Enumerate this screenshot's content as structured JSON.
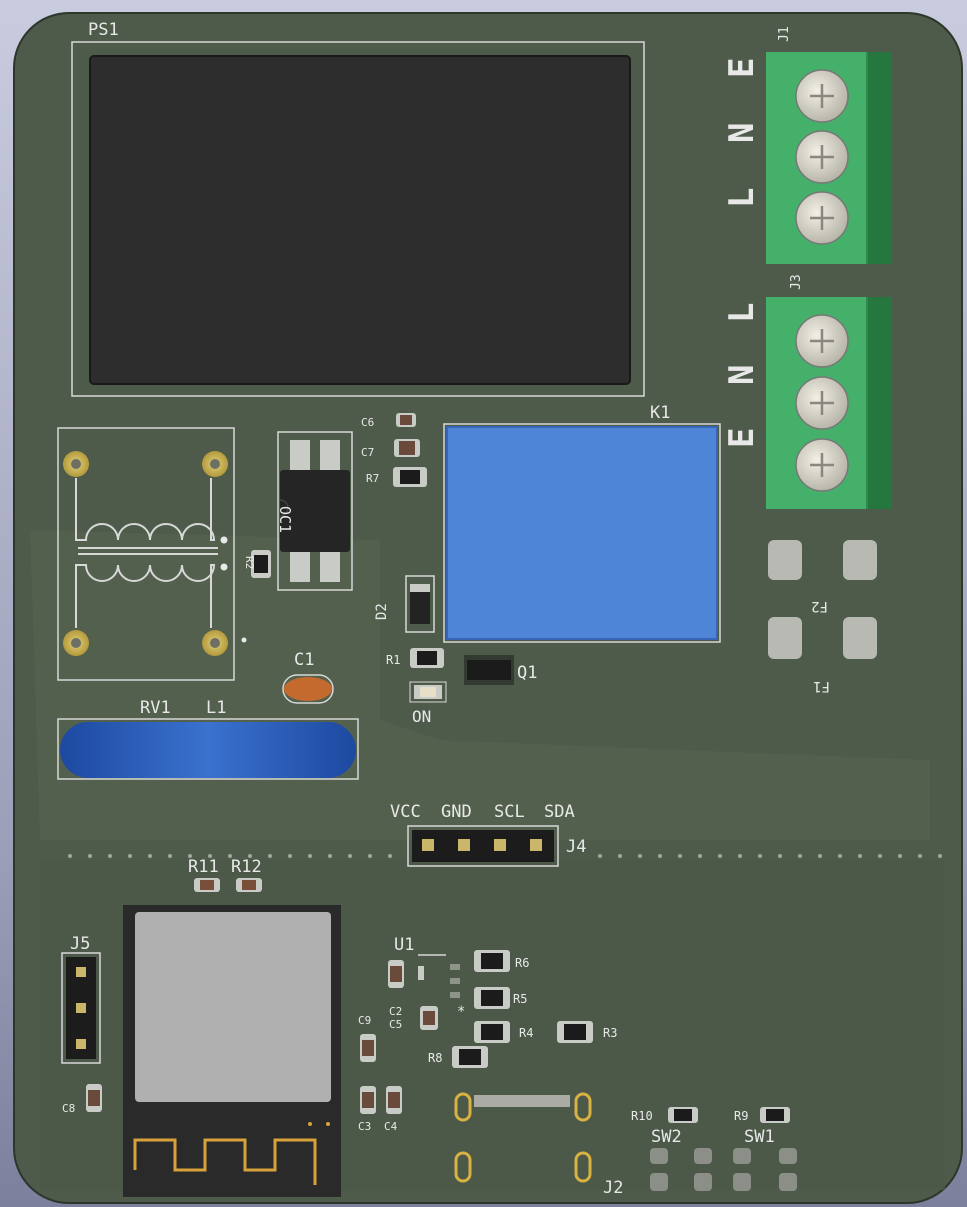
{
  "board": {
    "colors": {
      "pcb": "#4e5a4a",
      "silkscreen": "#e8e8e8",
      "relay": "#4f85d6",
      "terminal": "#3fa864",
      "varistor": "#2f5eb0",
      "capacitor": "#c46a2e"
    }
  },
  "components": {
    "ps1": "PS1",
    "k1": "K1",
    "j1": "J1",
    "j3": "J3",
    "j1_pins": [
      "E",
      "N",
      "L"
    ],
    "j3_pins": [
      "L",
      "N",
      "E"
    ],
    "oc1": "OC1",
    "c6": "C6",
    "c7": "C7",
    "r7": "R7",
    "r2": "R2",
    "d2": "D2",
    "r1": "R1",
    "q1": "Q1",
    "on_led": "ON",
    "c1": "C1",
    "rv1": "RV1",
    "l1": "L1",
    "f1": "F1",
    "f2": "F2",
    "j4": "J4",
    "j4_pins": [
      "VCC",
      "GND",
      "SCL",
      "SDA"
    ],
    "r11": "R11",
    "r12": "R12",
    "j5": "J5",
    "c8": "C8",
    "u1": "U1",
    "r6": "R6",
    "r5": "R5",
    "r4": "R4",
    "r3": "R3",
    "r8": "R8",
    "c2": "C2",
    "c5": "C5",
    "c9": "C9",
    "c3": "C3",
    "c4": "C4",
    "r10": "R10",
    "r9": "R9",
    "sw2": "SW2",
    "sw1": "SW1",
    "j2": "J2"
  }
}
